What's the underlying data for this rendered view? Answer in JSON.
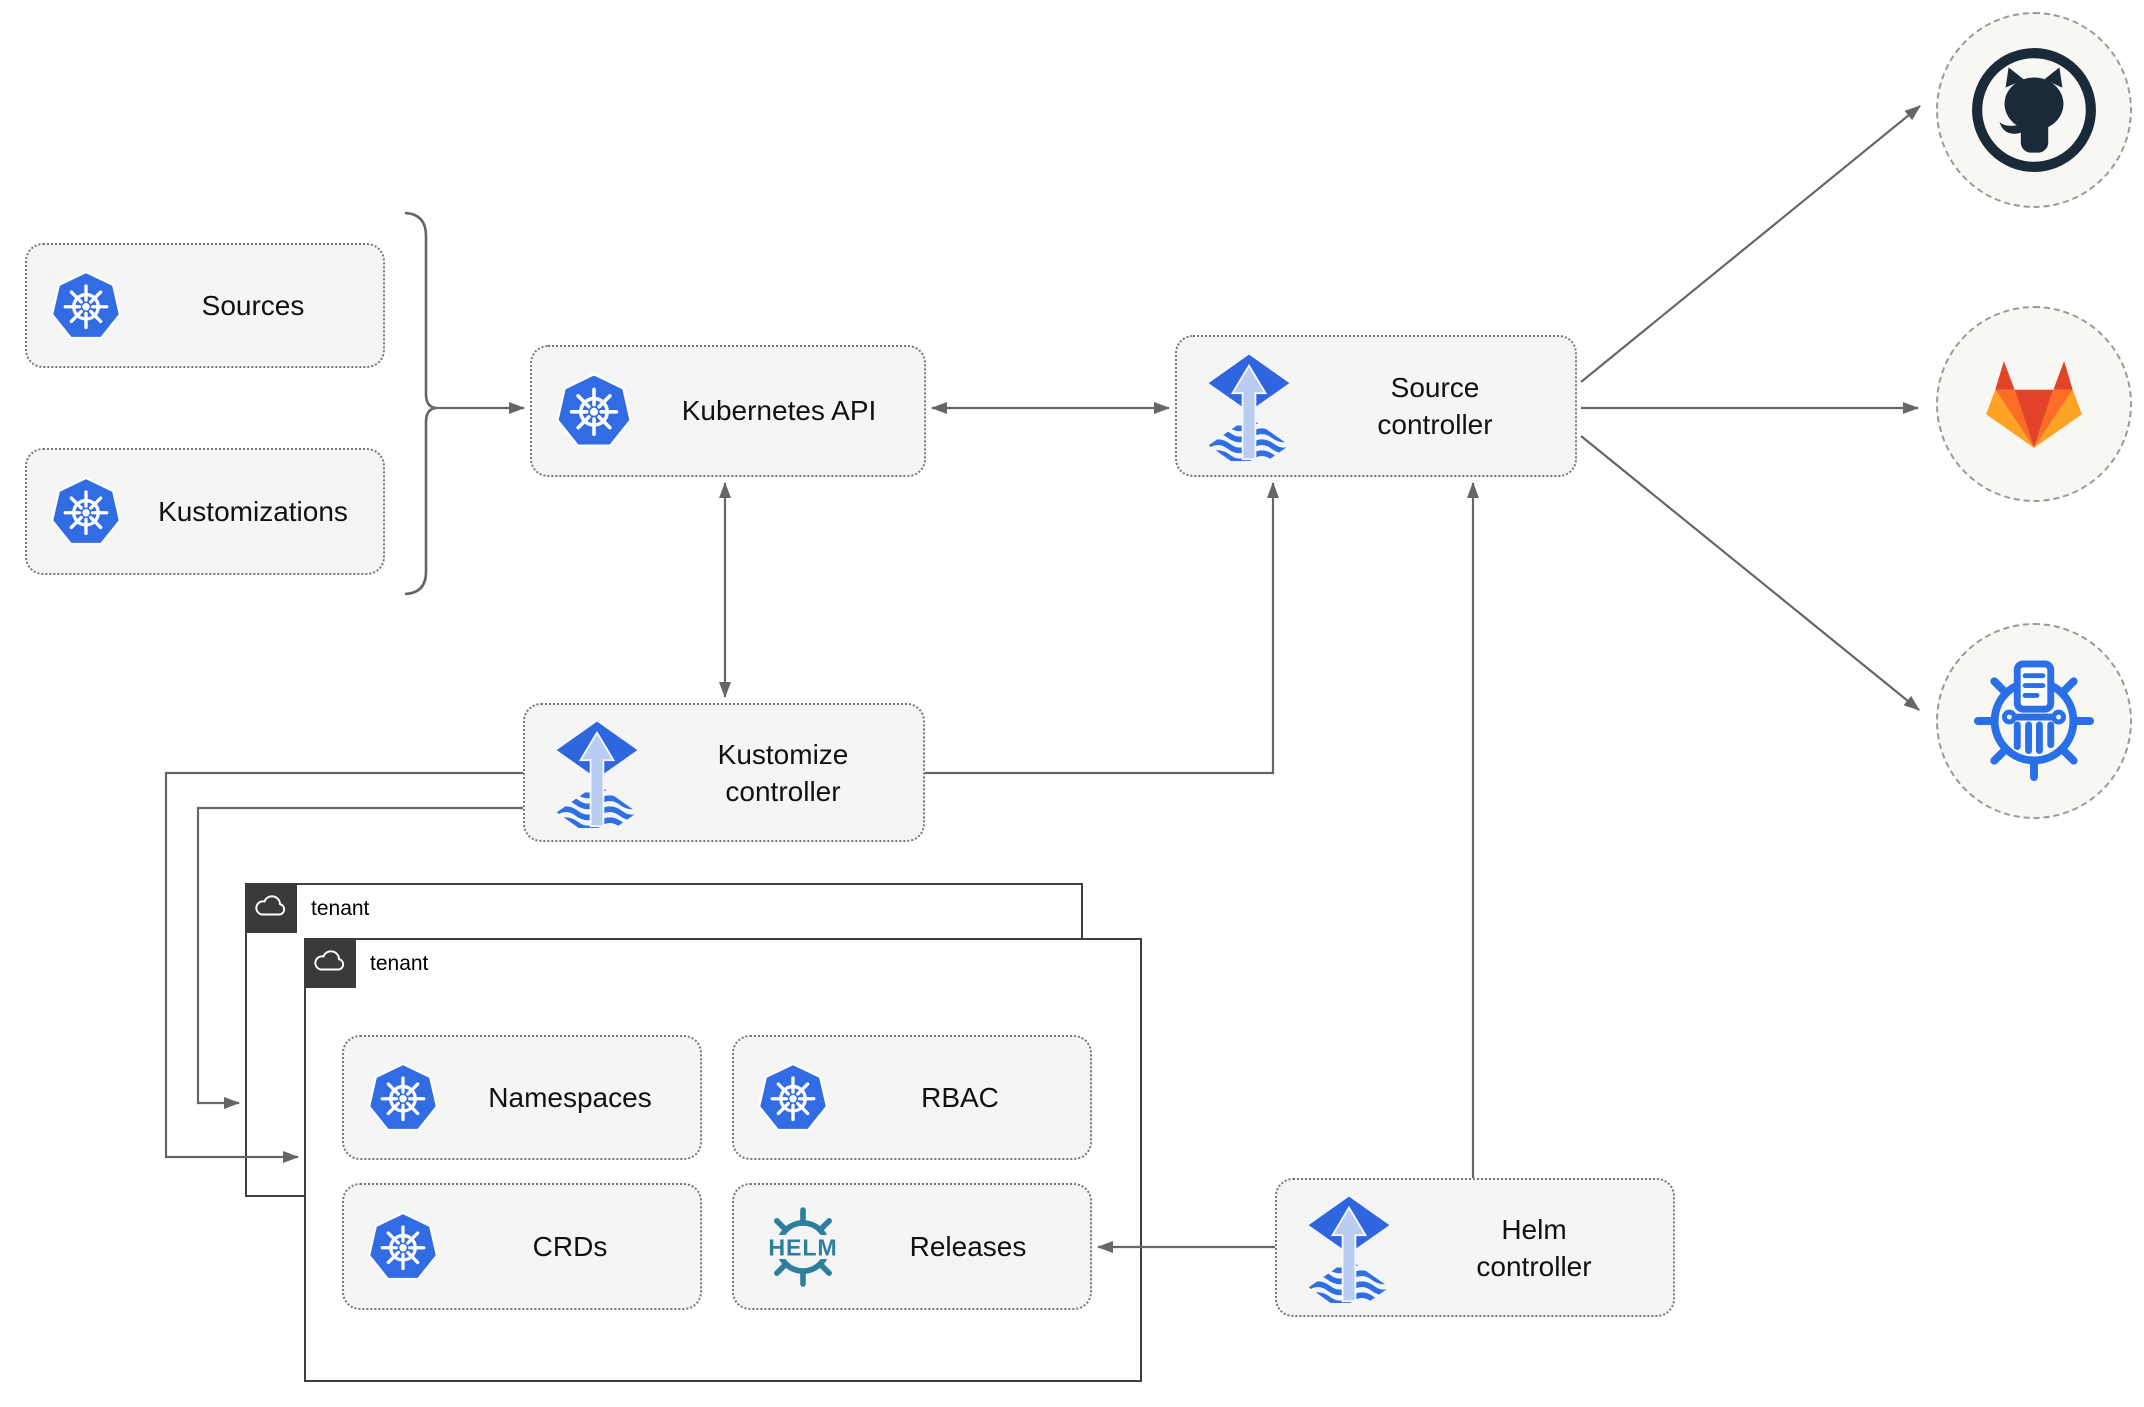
{
  "nodes": {
    "sources": {
      "label": "Sources"
    },
    "kustomizations": {
      "label": "Kustomizations"
    },
    "kubernetes_api": {
      "label": "Kubernetes API"
    },
    "source_controller": {
      "line1": "Source",
      "line2": "controller"
    },
    "kustomize_controller": {
      "line1": "Kustomize",
      "line2": "controller"
    },
    "helm_controller": {
      "line1": "Helm",
      "line2": "controller"
    },
    "namespaces": {
      "label": "Namespaces"
    },
    "rbac": {
      "label": "RBAC"
    },
    "crds": {
      "label": "CRDs"
    },
    "releases": {
      "label": "Releases"
    }
  },
  "groups": {
    "outer_tenant": {
      "label": "tenant"
    },
    "inner_tenant": {
      "label": "tenant"
    }
  },
  "icons": {
    "helm_text": "HELM",
    "external_targets": [
      "github",
      "gitlab",
      "kubernetes-bucket"
    ]
  },
  "edges": [
    {
      "from": "sources/kustomizations",
      "to": "kubernetes-api",
      "type": "brace-arrow"
    },
    {
      "from": "kubernetes-api",
      "to": "source-controller",
      "type": "bidirectional"
    },
    {
      "from": "kubernetes-api",
      "to": "kustomize-controller",
      "type": "bidirectional"
    },
    {
      "from": "kustomize-controller",
      "to": "source-controller",
      "type": "arrow"
    },
    {
      "from": "helm-controller",
      "to": "source-controller",
      "type": "arrow"
    },
    {
      "from": "kustomize-controller",
      "to": "inner-tenant",
      "type": "arrow"
    },
    {
      "from": "kustomize-controller",
      "to": "outer-tenant",
      "type": "arrow"
    },
    {
      "from": "helm-controller",
      "to": "releases",
      "type": "arrow"
    },
    {
      "from": "source-controller",
      "to": "github",
      "type": "arrow"
    },
    {
      "from": "source-controller",
      "to": "gitlab",
      "type": "arrow"
    },
    {
      "from": "source-controller",
      "to": "kubernetes-bucket",
      "type": "arrow"
    }
  ],
  "colors": {
    "kubernetes_blue": "#326ce5",
    "flux_blue": "#2f66e0",
    "flux_arrow_light": "#b9cdf3",
    "helm_teal": "#2e7e9e",
    "github_dark": "#1b2a38",
    "gitlab_red": "#e24329",
    "gitlab_orange": "#fc6d26",
    "gitlab_yellow": "#fca326",
    "connector_gray": "#666666",
    "node_fill": "#f5f5f5",
    "circle_fill": "#f8f7f3"
  }
}
